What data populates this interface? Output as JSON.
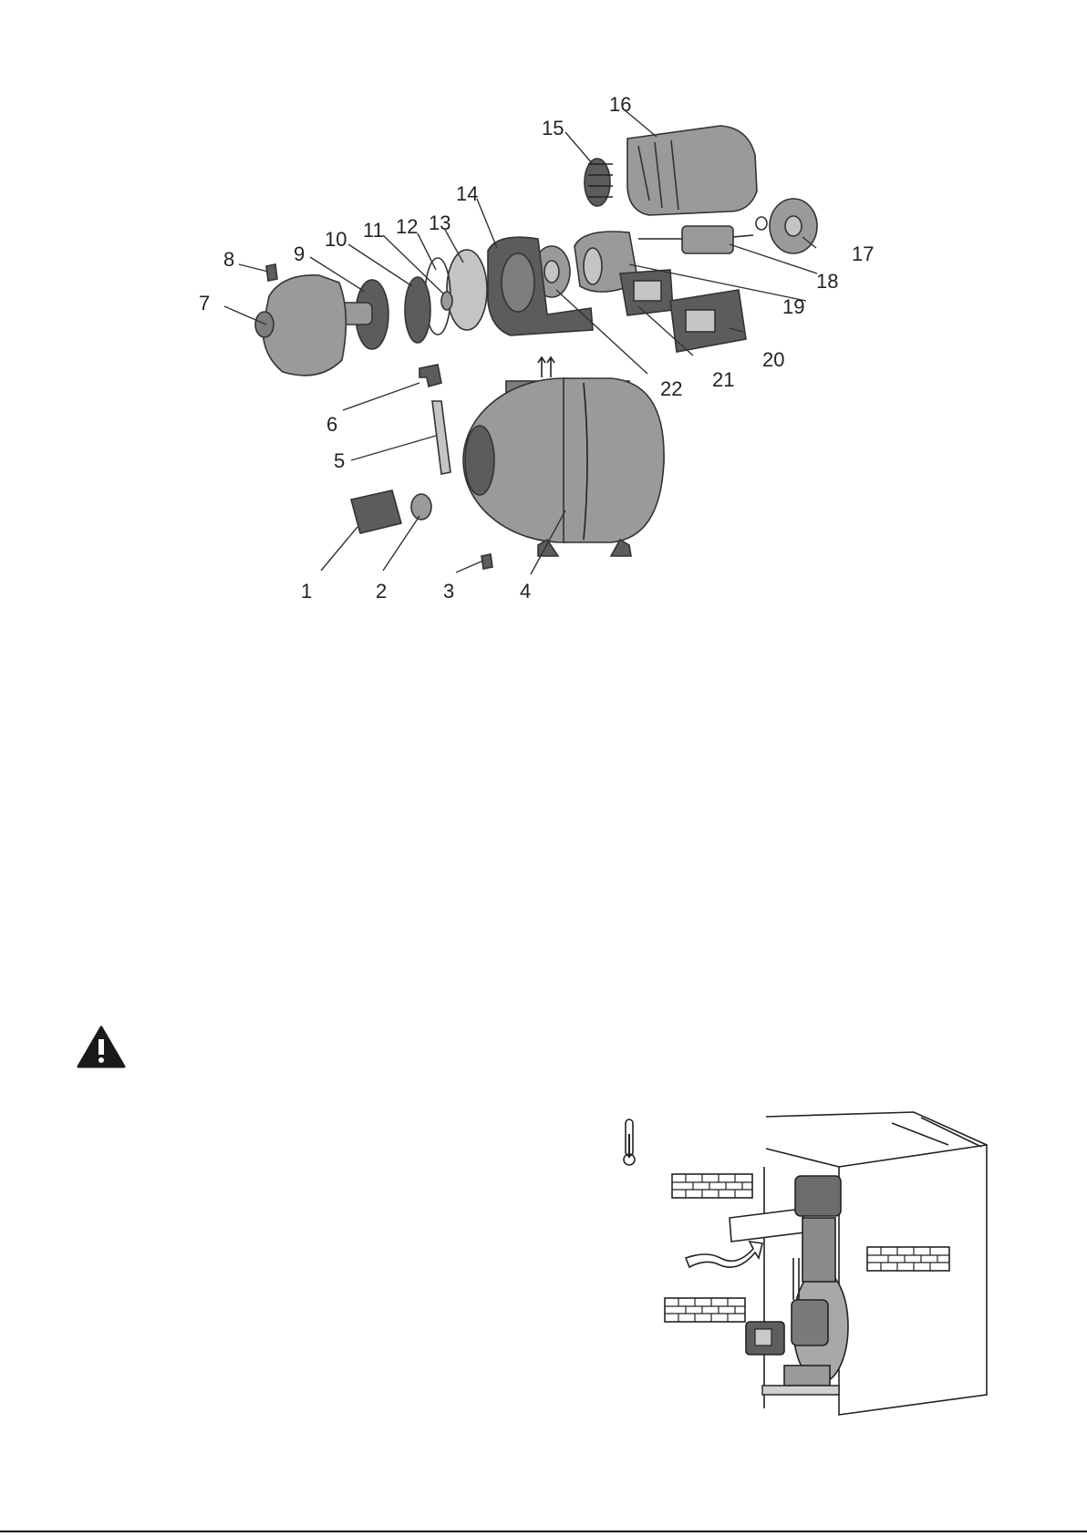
{
  "diagram": {
    "callouts": [
      "1",
      "2",
      "3",
      "4",
      "5",
      "6",
      "7",
      "8",
      "9",
      "10",
      "11",
      "12",
      "13",
      "14",
      "15",
      "16",
      "17",
      "18",
      "19",
      "20",
      "21",
      "22"
    ]
  },
  "icons": {
    "warning": "warning-triangle-icon",
    "thermometer": "thermometer-icon"
  },
  "colors": {
    "part_fill": "#9a9a9a",
    "part_dark": "#5c5c5c",
    "warning": "#1a1a1a"
  }
}
